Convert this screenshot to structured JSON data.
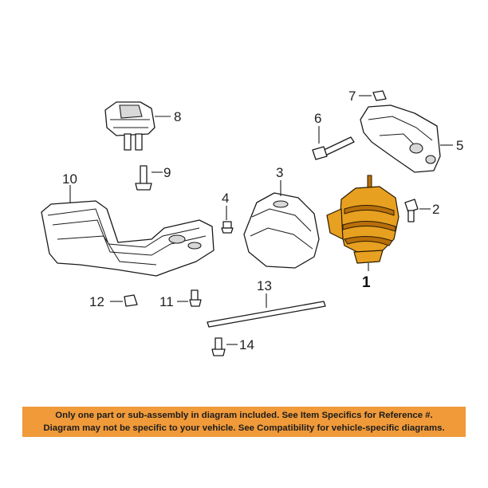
{
  "callouts": {
    "c1": "1",
    "c2": "2",
    "c3": "3",
    "c4": "4",
    "c5": "5",
    "c6": "6",
    "c7": "7",
    "c8": "8",
    "c9": "9",
    "c10": "10",
    "c11": "11",
    "c12": "12",
    "c13": "13",
    "c14": "14"
  },
  "highlight_color": "#e8a020",
  "banner": {
    "line1": "Only one part or sub-assembly in diagram included. See Item Specifics for Reference #.",
    "line2": "Diagram may not be specific to your vehicle. See Compatibility for vehicle-specific diagrams.",
    "background": "#f09a3a"
  }
}
